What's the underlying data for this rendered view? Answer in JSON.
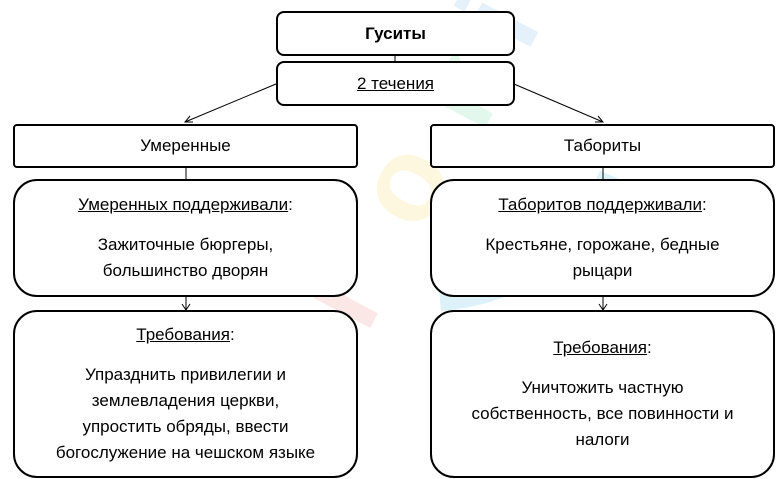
{
  "watermark": {
    "letters": [
      "u",
      "r",
      "o",
      "k",
      "i"
    ]
  },
  "root": {
    "title": "Гуситы"
  },
  "split": {
    "label": "2 течения"
  },
  "left": {
    "title": "Умеренные",
    "support_heading": "Умеренных поддерживали",
    "support_colon": ":",
    "support_line1": "Зажиточные бюргеры,",
    "support_line2": "большинство дворян",
    "demands_heading": "Требования",
    "demands_colon": ":",
    "demands_line1": "Упразднить привилегии и",
    "demands_line2": "землевладения церкви,",
    "demands_line3": "упростить обряды, ввести",
    "demands_line4": "богослужение на чешском языке"
  },
  "right": {
    "title": "Табориты",
    "support_heading": "Таборитов поддерживали",
    "support_colon": ":",
    "support_line1": "Крестьяне, горожане, бедные",
    "support_line2": "рыцари",
    "demands_heading": "Требования",
    "demands_colon": ":",
    "demands_line1": "Уничтожить частную",
    "demands_line2": "собственность, все повинности и",
    "demands_line3": "налоги"
  }
}
